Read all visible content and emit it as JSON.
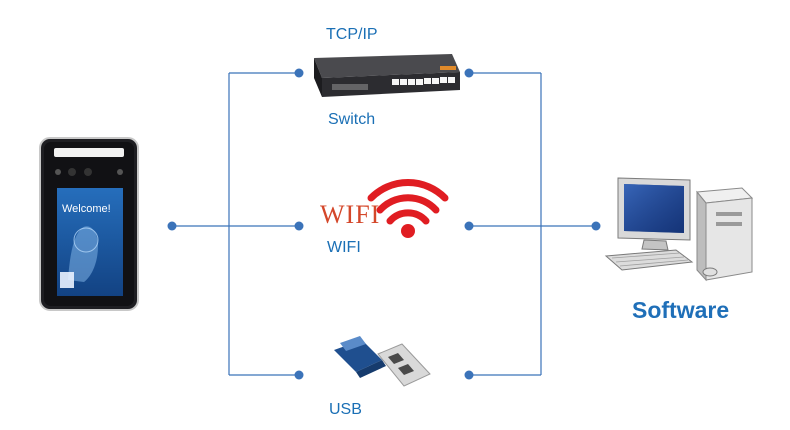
{
  "labels": {
    "tcp_ip": "TCP/IP",
    "switch": "Switch",
    "wifi": "WIFI",
    "usb": "USB",
    "software": "Software"
  },
  "wifi_logo_text": "WIFI",
  "device_screen_text": "Welcome!",
  "colors": {
    "line": "#3b73b9",
    "label": "#1a6fb5",
    "wifi_signal": "#e01d22",
    "wifi_text": "#d4472a",
    "usb_blue": "#1f4f8f"
  },
  "icons": [
    "face-recognition-terminal",
    "network-switch-icon",
    "wifi-icon",
    "usb-connector-icon",
    "desktop-computer-icon"
  ]
}
